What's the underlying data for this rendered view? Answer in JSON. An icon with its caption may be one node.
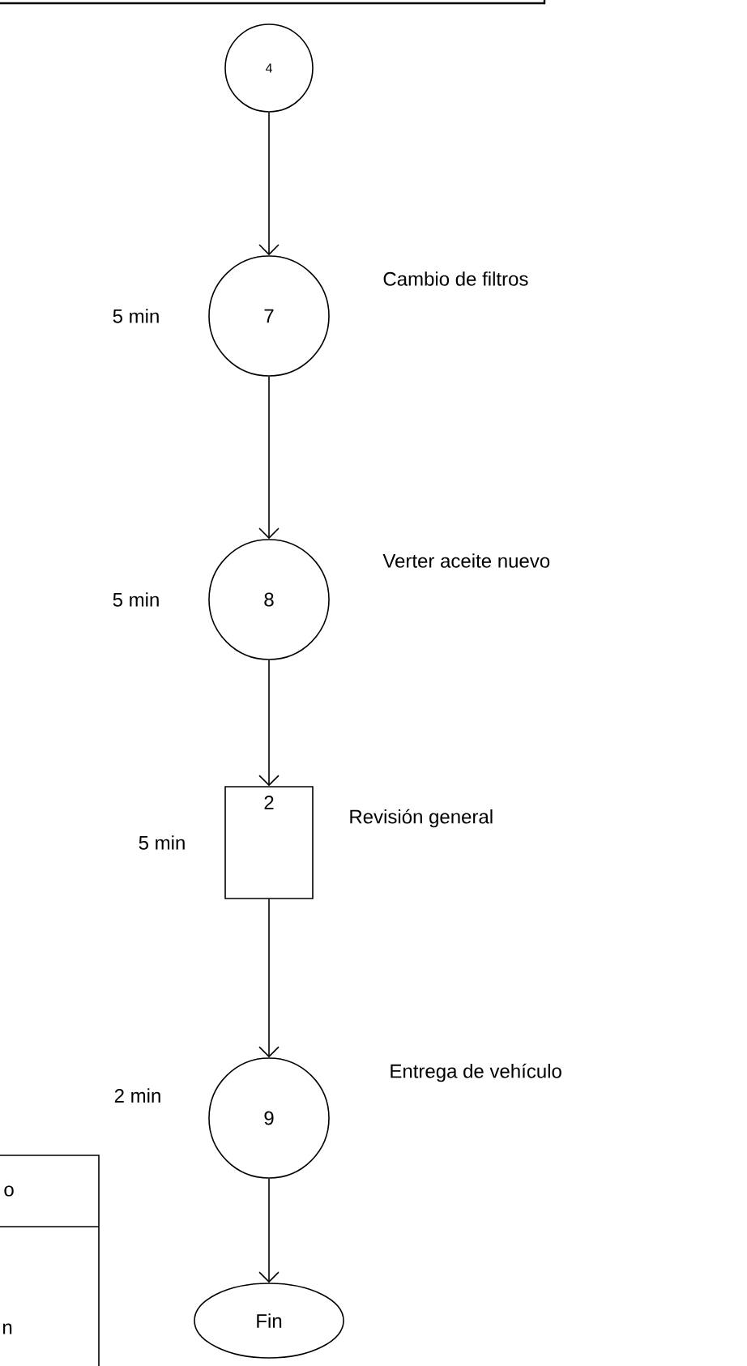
{
  "diagram": {
    "nodes": [
      {
        "text": [
          "4"
        ]
      },
      {
        "text": [
          "7"
        ],
        "beside": [
          "5 min",
          "Cambio de filtros"
        ]
      },
      {
        "text": [
          "8"
        ],
        "beside": [
          "5 min",
          "Verter aceite nuevo"
        ]
      },
      {
        "text": [
          "2"
        ],
        "beside": [
          "5 min",
          "Revisión general"
        ]
      },
      {
        "text": [
          "9"
        ],
        "beside": [
          "2 min",
          "Entrega de vehículo"
        ]
      },
      {
        "text": [
          "Fin"
        ]
      }
    ],
    "edges": [
      {
        "from": 0,
        "to": 1,
        "arrow": "to"
      },
      {
        "from": 1,
        "to": 2,
        "arrow": "to"
      },
      {
        "from": 2,
        "to": 3,
        "arrow": "to"
      },
      {
        "from": 3,
        "to": 4,
        "arrow": "to"
      },
      {
        "from": 4,
        "to": 5,
        "arrow": "to"
      }
    ],
    "labels": [
      "o",
      "n"
    ]
  }
}
